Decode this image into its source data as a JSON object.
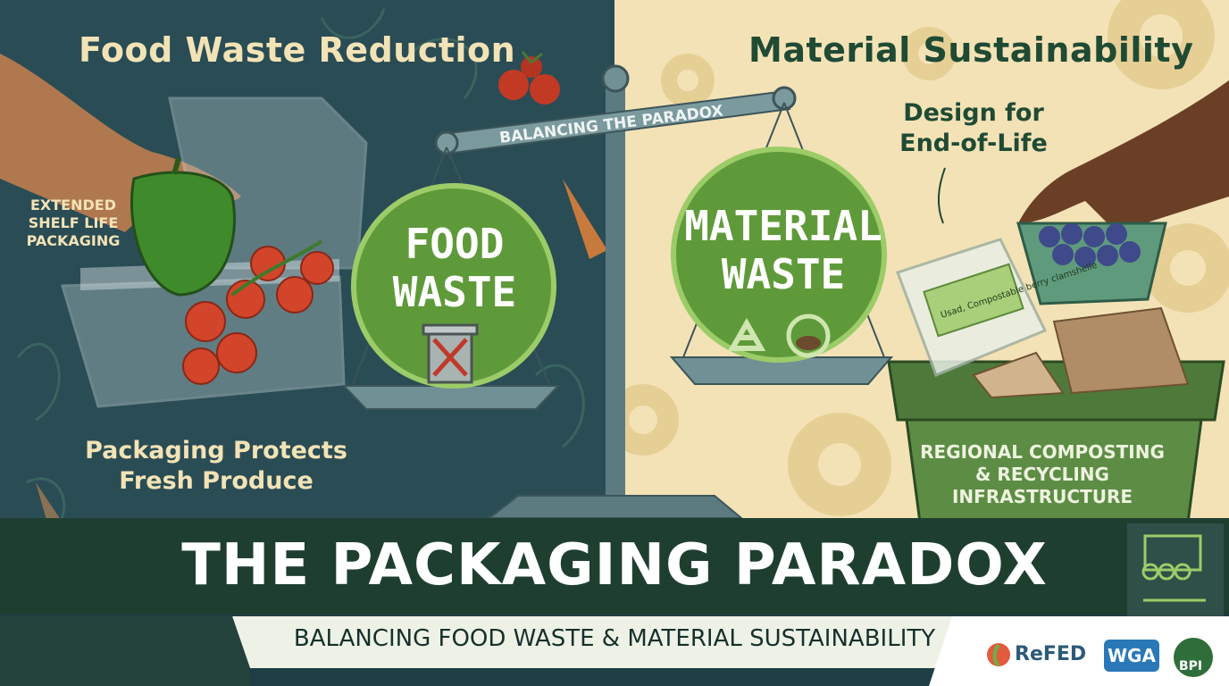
{
  "headings": {
    "left": "Food Waste Reduction",
    "right": "Material Sustainability"
  },
  "left_panel": {
    "side_label": "EXTENDED SHELF LIFE PACKAGING",
    "caption": "Packaging Protects Fresh Produce"
  },
  "scale": {
    "beam_label": "BALANCING THE PARADOX",
    "left_pan_title": "FOOD WASTE",
    "right_pan_title": "MATERIAL WASTE"
  },
  "right_panel": {
    "design_label": "Design for End-of-Life",
    "clamshell_label": "Usad, Compostable berry clamshelle",
    "bin_label": "REGIONAL COMPOSTING & RECYCLING INFRASTRUCTURE"
  },
  "banner": {
    "title": "THE PACKAGING PARADOX",
    "subtitle": "BALANCING FOOD WASTE & MATERIAL SUSTAINABILITY"
  },
  "logos": {
    "refed": "ReFED",
    "wga": "WGA",
    "bpi": "BPI"
  },
  "icons": {
    "trash": "crossed-trash-can-icon",
    "recycle": "recycle-arrows-icon",
    "compost": "compost-cycle-icon",
    "presentation": "presentation-board-icon"
  },
  "colors": {
    "left_bg": "#2a4c55",
    "right_bg": "#f3e2b6",
    "accent_green": "#6a9a3c",
    "banner_dark": "#1e3f30"
  }
}
